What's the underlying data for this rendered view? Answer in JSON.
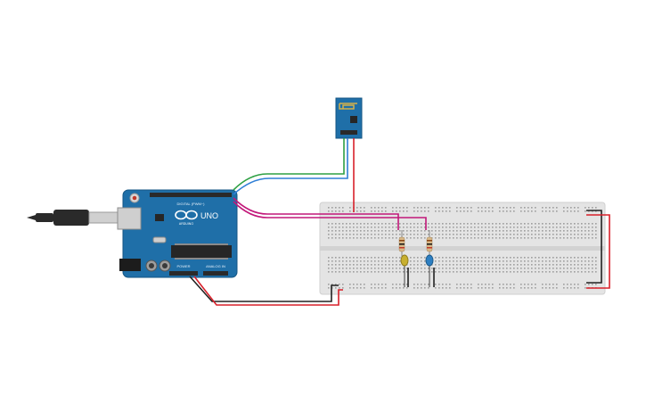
{
  "arduino": {
    "brand_text": "ARDUINO",
    "model_text": "UNO",
    "digital_header_label": "DIGITAL (PWM~)",
    "power_header_label": "POWER",
    "analog_header_label": "ANALOG IN",
    "board_color": "#1f6fa8",
    "header_color": "#2a2a2a"
  },
  "esp8266": {
    "board_color": "#1f6fa8",
    "antenna_color": "#d6b24a"
  },
  "breadboard": {
    "body_color": "#e4e4e4",
    "hole_color": "#9e9e9e"
  },
  "leds": [
    {
      "color_name": "yellow",
      "color": "#c8b030"
    },
    {
      "color_name": "blue",
      "color": "#2d7fc2"
    }
  ],
  "wires": {
    "green": "#2ea043",
    "blue": "#2f7fd6",
    "magenta": "#c2187a",
    "red": "#d8202a",
    "black": "#222222"
  },
  "usb_cable": {
    "color": "#2a2a2a"
  }
}
